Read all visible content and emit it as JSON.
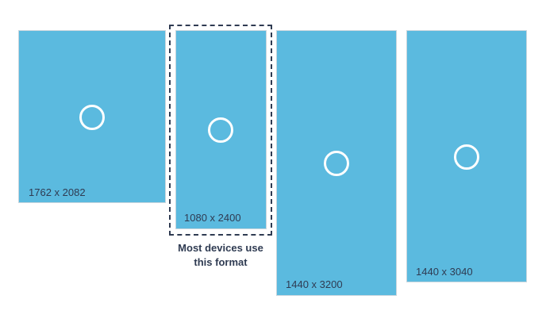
{
  "devices": [
    {
      "resolution": "1762 x 2082"
    },
    {
      "resolution": "1080 x 2400"
    },
    {
      "resolution": "1440 x 3200"
    },
    {
      "resolution": "1440 x 3040"
    }
  ],
  "highlight": {
    "caption_line1": "Most devices use",
    "caption_line2": "this format"
  },
  "colors": {
    "screen": "#5bbadf",
    "text": "#2f3b52",
    "ring": "#ffffff"
  }
}
